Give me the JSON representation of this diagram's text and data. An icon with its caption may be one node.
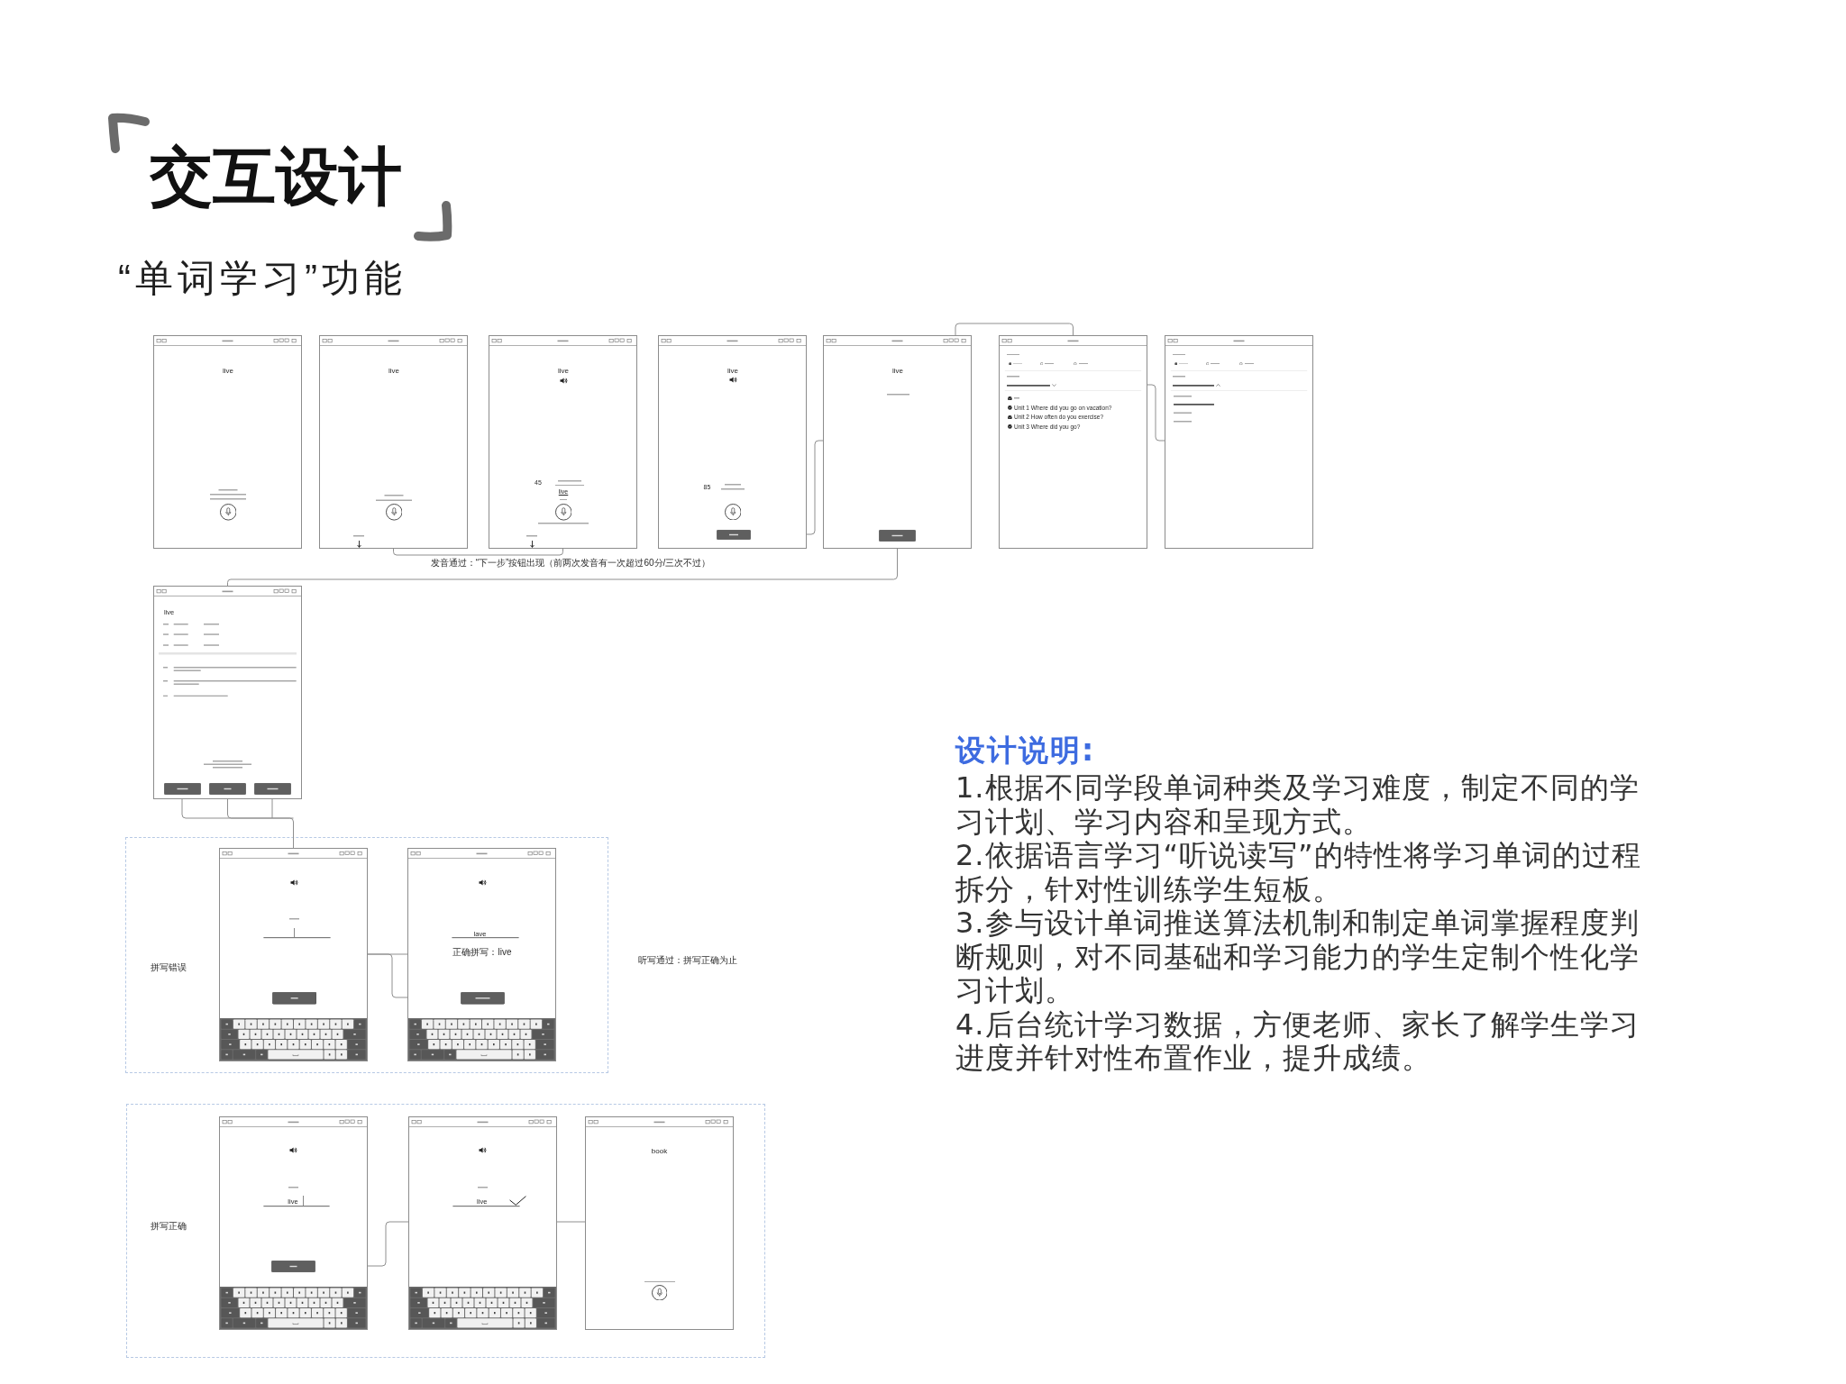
{
  "diagram": {
    "title": "交互设计",
    "nodes": [
      {
        "text": [
          "live"
        ]
      },
      {
        "text": [
          "live"
        ]
      },
      {
        "text": [
          "live",
          "45",
          "live"
        ]
      },
      {
        "text": [
          "live",
          "85"
        ]
      },
      {
        "text": [
          "live"
        ]
      },
      {
        "text": [
          "Unit 1 Where did you go on vacation?",
          "Unit 2 How often do you exercise?",
          "Unit 3 Where did you go?"
        ]
      },
      {
        "text": [],
        "shape": "box"
      },
      {
        "text": [
          "live"
        ]
      },
      {
        "text": [
          "拼写错误"
        ]
      },
      {
        "text": [],
        "shape": "box",
        "in": 8
      },
      {
        "text": [
          "lave",
          "正确拼写：live"
        ],
        "in": 8
      },
      {
        "text": [
          "拼写正确"
        ]
      },
      {
        "text": [
          "live"
        ],
        "in": 11
      },
      {
        "text": [
          "live"
        ],
        "in": 11
      },
      {
        "text": [
          "book"
        ],
        "in": 11
      }
    ],
    "edges": [
      {
        "from": 1,
        "to": 2,
        "arrow": "none"
      },
      {
        "from": 3,
        "to": 4,
        "arrow": "none"
      },
      {
        "from": 4,
        "to": 5,
        "arrow": "none"
      },
      {
        "from": 5,
        "to": 6,
        "arrow": "none"
      },
      {
        "from": 4,
        "to": 7,
        "arrow": "none"
      },
      {
        "from": 7,
        "to": 9,
        "arrow": "none"
      },
      {
        "from": 9,
        "to": 10,
        "arrow": "none"
      },
      {
        "from": 10,
        "to": 9,
        "arrow": "none"
      },
      {
        "from": 12,
        "to": 13,
        "arrow": "none"
      },
      {
        "from": 13,
        "to": 14,
        "arrow": "none"
      }
    ],
    "labels": [
      "“单词学习”功能",
      "发音通过：“下一步”按钮出现（前两次发音有一次超过60分/三次不过）",
      "听写通过：拼写正确为止",
      "设计说明:",
      "1.根据不同学段单词种类及学习难度，制定不同的学习计划、学习内容和呈现方式。",
      "2.依据语言学习“听说读写”的特性将学习单词的过程拆分，针对性训练学生短板。",
      "3.参与设计单词推送算法机制和制定单词掌握程度判断规则，对不同基础和学习能力的学生定制个性化学习计划。",
      "4.后台统计学习数据，方便老师、家长了解学生学习进度并针对性布置作业，提升成绩。"
    ]
  }
}
